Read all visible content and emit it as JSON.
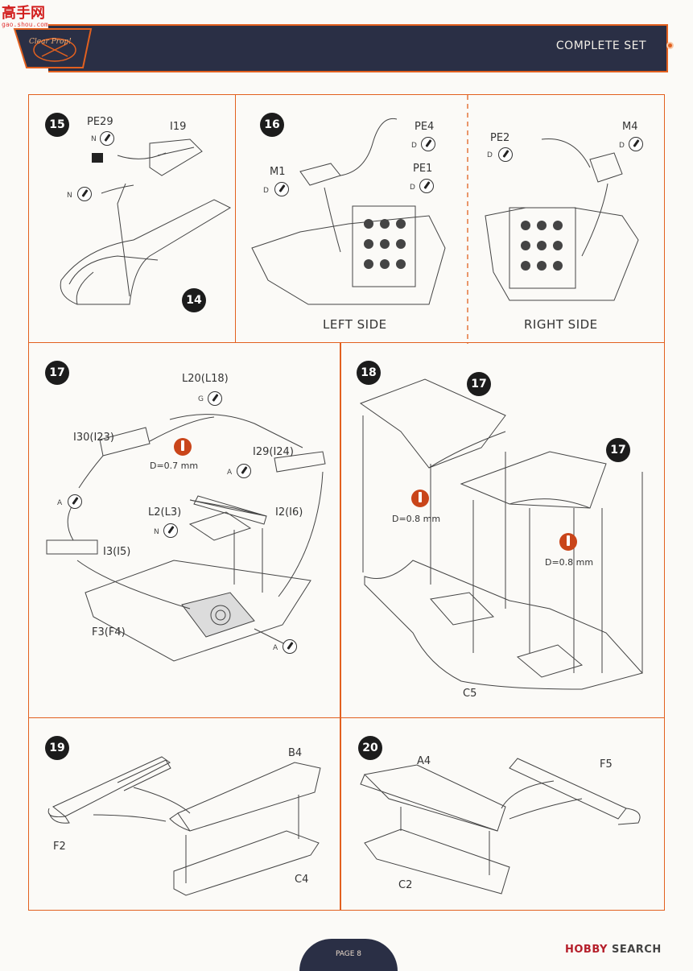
{
  "watermark": {
    "site": "高手网",
    "url": "gao.shou.com"
  },
  "header": {
    "title": "COMPLETE SET",
    "logo_text": "Clear Prop!"
  },
  "steps": {
    "s15": {
      "number": "15",
      "parts": [
        "PE29",
        "I19"
      ],
      "glue": [
        "N",
        "N"
      ],
      "ref_step": "14"
    },
    "s16": {
      "number": "16",
      "parts": [
        "PE4",
        "PE1",
        "M1",
        "PE2",
        "M4"
      ],
      "glue": [
        "D",
        "D",
        "D",
        "D",
        "D"
      ],
      "left_caption": "LEFT SIDE",
      "right_caption": "RIGHT SIDE"
    },
    "s17": {
      "number": "17",
      "parts": [
        "L20(L18)",
        "I30(I23)",
        "I29(I24)",
        "L2(L3)",
        "I2(I6)",
        "I3(I5)",
        "F3(F4)"
      ],
      "glue": [
        "G",
        "A",
        "N",
        "A",
        "A"
      ],
      "drill": "D=0.7 mm"
    },
    "s18": {
      "number": "18",
      "ref_a": "17",
      "ref_b": "17",
      "drill_a": "D=0.8 mm",
      "drill_b": "D=0.8 mm",
      "part": "C5"
    },
    "s19": {
      "number": "19",
      "parts": [
        "B4",
        "F2",
        "C4"
      ]
    },
    "s20": {
      "number": "20",
      "parts": [
        "A4",
        "F5",
        "C2"
      ]
    }
  },
  "footer": {
    "page": "PAGE 8",
    "brand_red": "HOBBY",
    "brand_dark": "SEARCH"
  },
  "colors": {
    "accent": "#e2601f",
    "header_bg": "#2a2f45",
    "badge_bg": "#1c1c1c",
    "drill": "#c9451a"
  }
}
